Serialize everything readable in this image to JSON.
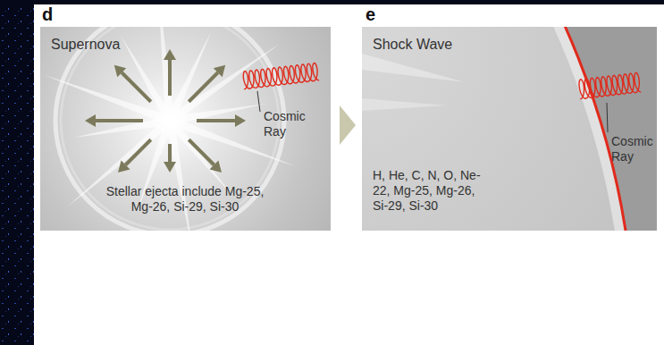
{
  "diagram": {
    "nodes": [
      {
        "text": [
          "d",
          "Supernova",
          "Stellar ejecta include Mg-25, Mg-26, Si-29, Si-30"
        ]
      },
      {
        "text": [
          "e",
          "Shock Wave",
          "H, He, C, N, O, Ne-22, Mg-25, Mg-26, Si-29, Si-30"
        ]
      }
    ],
    "labels": [
      "Cosmic Ray",
      "Cosmic Ray"
    ]
  }
}
